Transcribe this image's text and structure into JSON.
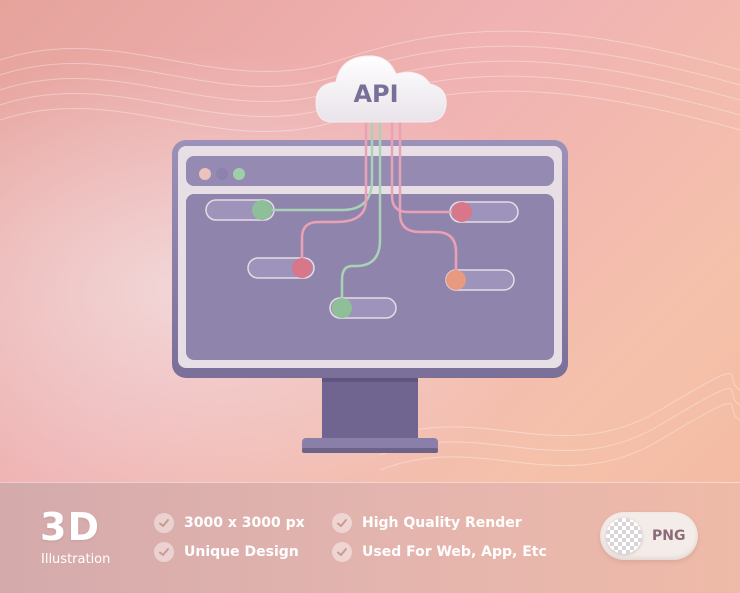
{
  "illustration": {
    "cloud_label": "API",
    "colors": {
      "monitor": "#8a7fa8",
      "screen": "#8f84ac",
      "bezel": "#e8dfe6",
      "node_green": "#8fbf98",
      "node_pink": "#d9778a",
      "node_peach": "#e79a80",
      "wire_pink": "#eaa1b6",
      "wire_green": "#a9d3b7"
    }
  },
  "footer": {
    "brand_title": "3D",
    "brand_subtitle": "Illustration",
    "features": [
      "3000 x 3000 px",
      "High Quality Render",
      "Unique Design",
      "Used For Web, App, Etc"
    ],
    "format_badge": "PNG"
  }
}
